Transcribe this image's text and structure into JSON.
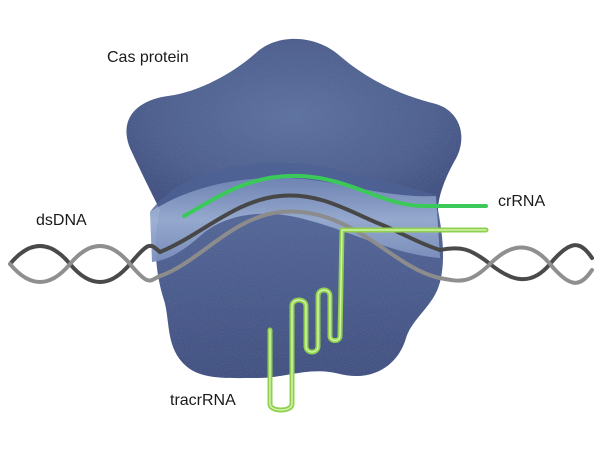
{
  "labels": {
    "protein": "Cas protein",
    "dna": "dsDNA",
    "crrna": "crRNA",
    "tracrrna": "tracrRNA"
  },
  "colors": {
    "protein_dark": "#3e5182",
    "protein_mid": "#5a6f9f",
    "protein_light": "#8ba0c8",
    "dna_dark": "#4a4a4a",
    "dna_light": "#8f8f8f",
    "crrna": "#3bc95a",
    "tracrrna": "#8fd14f",
    "label_text": "#1a1a1a"
  }
}
